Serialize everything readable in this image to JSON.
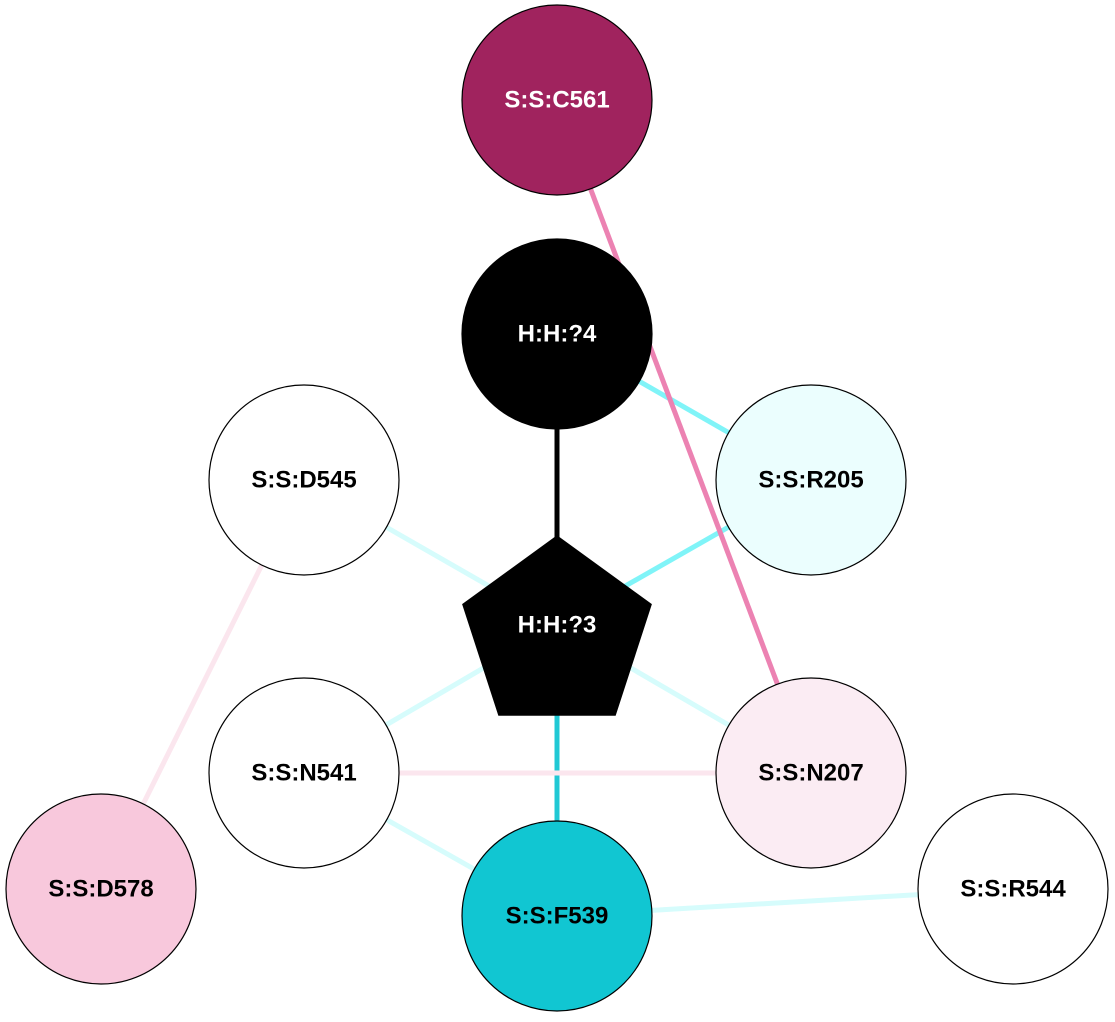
{
  "nodes": [
    {
      "id": "C561",
      "label": "S:S:C561",
      "shape": "circle",
      "fill": "#a0235e",
      "text_color": "#ffffff"
    },
    {
      "id": "H4",
      "label": "H:H:?4",
      "shape": "circle",
      "fill": "#000000",
      "text_color": "#ffffff"
    },
    {
      "id": "D545",
      "label": "S:S:D545",
      "shape": "circle",
      "fill": "#ffffff",
      "text_color": "#000000"
    },
    {
      "id": "R205",
      "label": "S:S:R205",
      "shape": "circle",
      "fill": "#ebfefe",
      "text_color": "#000000"
    },
    {
      "id": "H3",
      "label": "H:H:?3",
      "shape": "pentagon",
      "fill": "#000000",
      "text_color": "#ffffff"
    },
    {
      "id": "N541",
      "label": "S:S:N541",
      "shape": "circle",
      "fill": "#ffffff",
      "text_color": "#000000"
    },
    {
      "id": "N207",
      "label": "S:S:N207",
      "shape": "circle",
      "fill": "#fbecf3",
      "text_color": "#000000"
    },
    {
      "id": "D578",
      "label": "S:S:D578",
      "shape": "circle",
      "fill": "#f8c8dc",
      "text_color": "#000000"
    },
    {
      "id": "F539",
      "label": "S:S:F539",
      "shape": "circle",
      "fill": "#11c6d2",
      "text_color": "#000000"
    },
    {
      "id": "R544",
      "label": "S:S:R544",
      "shape": "circle",
      "fill": "#ffffff",
      "text_color": "#000000"
    }
  ],
  "edges": [
    {
      "source": "H4",
      "target": "H3",
      "color": "#000000"
    },
    {
      "source": "H4",
      "target": "R205",
      "color": "#80f4f8"
    },
    {
      "source": "R205",
      "target": "H3",
      "color": "#80f4f8"
    },
    {
      "source": "C561",
      "target": "N207",
      "color": "#ec82b2"
    },
    {
      "source": "D545",
      "target": "H3",
      "color": "#d6fcfc"
    },
    {
      "source": "H3",
      "target": "N207",
      "color": "#d6fcfc"
    },
    {
      "source": "N541",
      "target": "H3",
      "color": "#d6fcfc"
    },
    {
      "source": "H3",
      "target": "F539",
      "color": "#20c8d4"
    },
    {
      "source": "N541",
      "target": "N207",
      "color": "#fbe6ee"
    },
    {
      "source": "D545",
      "target": "D578",
      "color": "#fbe6ee"
    },
    {
      "source": "N541",
      "target": "F539",
      "color": "#d6fcfc"
    },
    {
      "source": "F539",
      "target": "R544",
      "color": "#d6fcfc"
    }
  ]
}
